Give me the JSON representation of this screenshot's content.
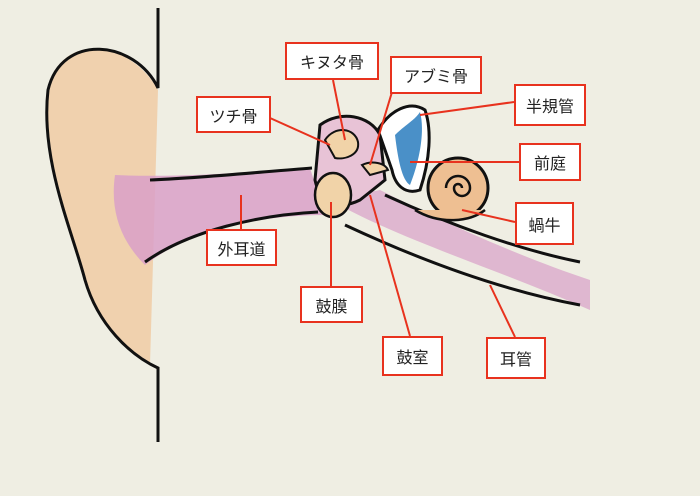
{
  "labels": {
    "incus": "キヌタ骨",
    "stapes": "アブミ骨",
    "malleus": "ツチ骨",
    "semicircular_canals": "半規管",
    "vestibule": "前庭",
    "cochlea": "蝸牛",
    "ear_canal": "外耳道",
    "eardrum": "鼓膜",
    "tympanic_cavity": "鼓室",
    "eustachian_tube": "耳管"
  },
  "colors": {
    "leader": "#e8321e",
    "skin": "#eebf92",
    "canal": "#d9a0c8",
    "blue": "#4a90c8",
    "bone": "#f1d3a8"
  }
}
